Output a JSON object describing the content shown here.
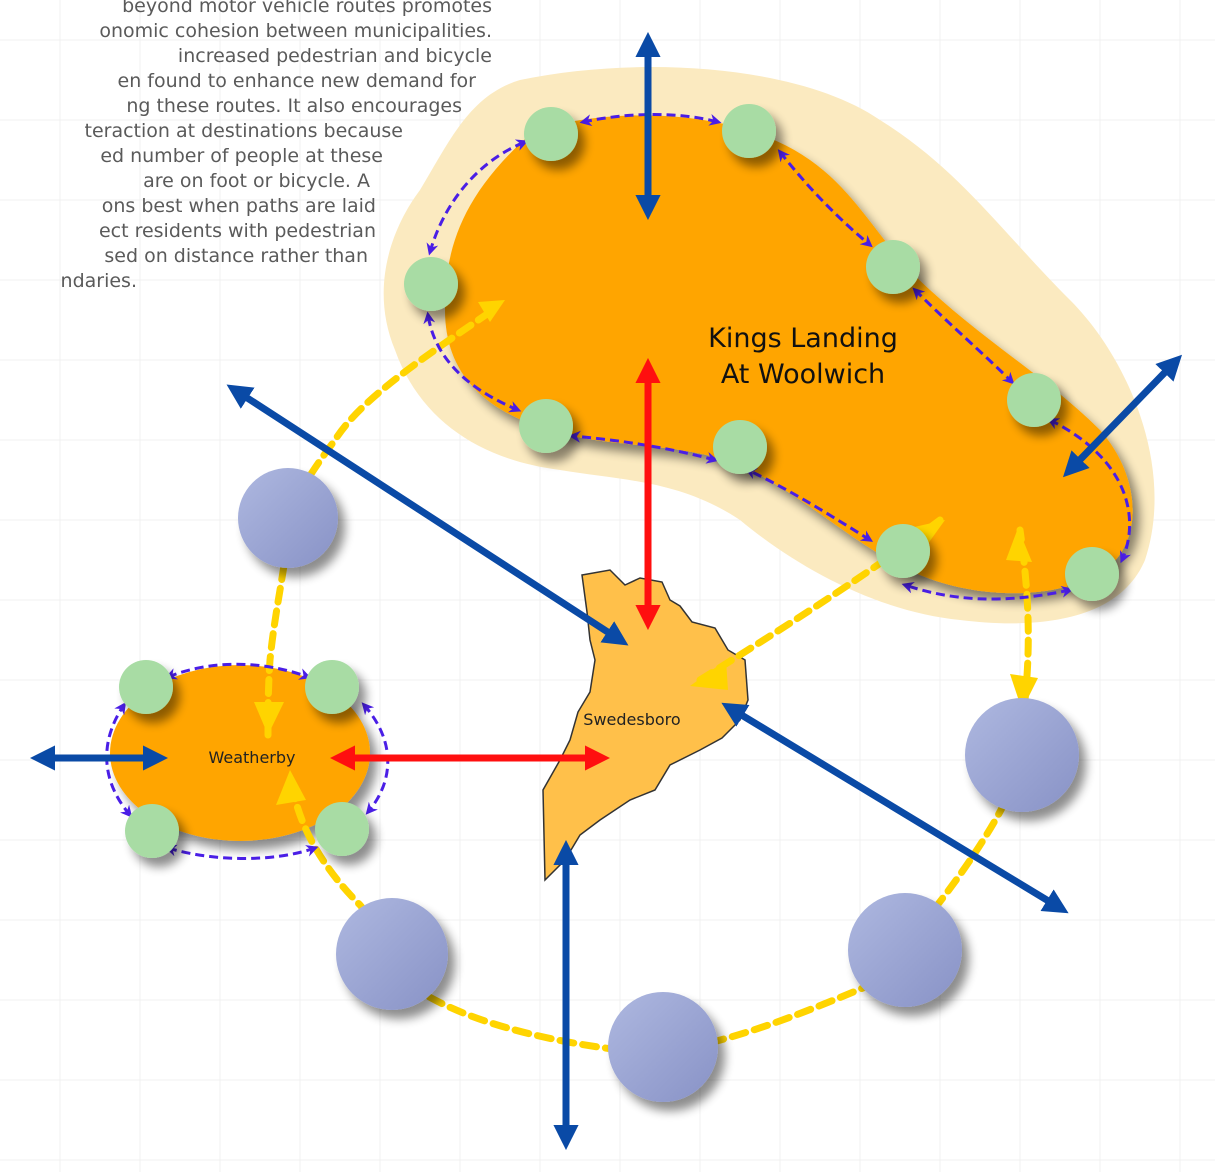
{
  "intro_text": {
    "lines": [
      "beyond motor vehicle routes promotes",
      "onomic cohesion between municipalities.",
      "increased   pedestrian   and   bicycle",
      "en found to enhance new demand for",
      "ng these routes.  It also encourages",
      "teraction at destinations because",
      "ed number of people at these",
      "are on foot or bicycle.    A",
      "ons best when paths are laid",
      "ect residents with pedestrian",
      "sed on distance rather than",
      "ndaries."
    ]
  },
  "places": {
    "kings_landing": {
      "line1": "Kings Landing",
      "line2": "At Woolwich"
    },
    "weatherby": "Weatherby",
    "swedesboro": "Swedesboro"
  },
  "colors": {
    "region_orange": "#ffa500",
    "region_halo": "#fbeac0",
    "swedesboro_fill": "#ffc04a",
    "node_green": "#a8dca4",
    "node_blue": "#9aa6d2",
    "regional_arrow": "#0a4aa6",
    "local_arrow": "#ff0f0f",
    "pedestrian_dash": "#ffd400",
    "internal_dash": "#4a1ee6"
  }
}
